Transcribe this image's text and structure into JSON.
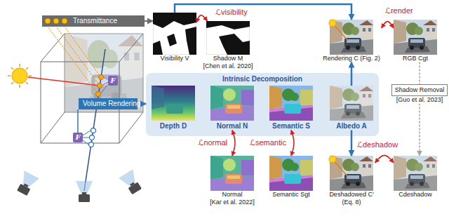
{
  "diagram": {
    "nodes": [
      {
        "text": [
          "Transmittance"
        ]
      },
      {
        "text": [
          "F"
        ]
      },
      {
        "text": [
          "F"
        ]
      },
      {
        "text": [
          "Volume Rendering"
        ]
      },
      {
        "text": [
          "Visibility V"
        ]
      },
      {
        "text": [
          "Shadow M",
          "[Chen et al. 2020]"
        ]
      },
      {
        "text": [
          "Rendering C (Fig. 2)"
        ]
      },
      {
        "text": [
          "RGB Cgt"
        ]
      },
      {
        "text": [
          "Intrinsic Decomposition"
        ]
      },
      {
        "text": [
          "Depth D"
        ],
        "in": 8
      },
      {
        "text": [
          "Normal N"
        ],
        "in": 8
      },
      {
        "text": [
          "Semantic S"
        ],
        "in": 8
      },
      {
        "text": [
          "Albedo A"
        ],
        "in": 8
      },
      {
        "text": [
          "Shadow Removal",
          "[Guo et al. 2023]"
        ]
      },
      {
        "text": [
          "Normal",
          "[Kar et al. 2022]"
        ]
      },
      {
        "text": [
          "Semantic Sgt"
        ]
      },
      {
        "text": [
          "Deshadowed C′",
          "(Eq. 8)"
        ]
      },
      {
        "text": [
          "Cdeshadow"
        ]
      }
    ],
    "edges": [
      {
        "from": 0,
        "to": 4,
        "arrow": "to"
      },
      {
        "from": 4,
        "to": 6,
        "arrow": "to"
      },
      {
        "from": 4,
        "to": 5,
        "label": "ℒvisibility",
        "arrow": "both"
      },
      {
        "from": 6,
        "to": 7,
        "label": "ℒrender",
        "arrow": "both"
      },
      {
        "from": 3,
        "to": 8,
        "arrow": "to"
      },
      {
        "from": 12,
        "to": 6,
        "arrow": "to"
      },
      {
        "from": 12,
        "to": 16,
        "arrow": "to"
      },
      {
        "from": 10,
        "to": 14,
        "label": "ℒnormal",
        "arrow": "both"
      },
      {
        "from": 11,
        "to": 15,
        "label": "ℒsemantic",
        "arrow": "both"
      },
      {
        "from": 16,
        "to": 17,
        "label": "ℒdeshadow",
        "arrow": "both"
      },
      {
        "from": 7,
        "to": 13,
        "arrow": "none"
      },
      {
        "from": 13,
        "to": 17,
        "arrow": "to"
      }
    ]
  }
}
